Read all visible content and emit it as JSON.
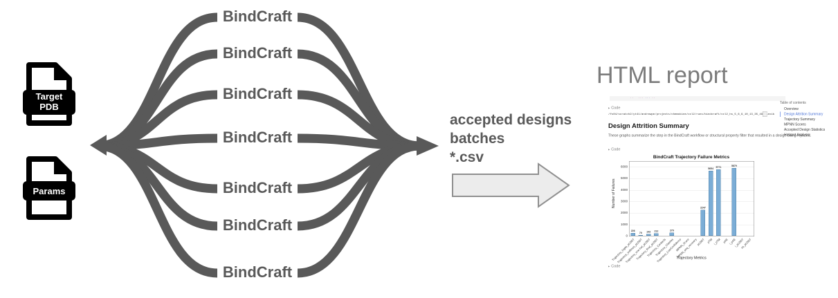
{
  "diagram": {
    "files": [
      {
        "name": "target-pdb-file",
        "label_lines": [
          "Target",
          "PDB"
        ]
      },
      {
        "name": "params-file",
        "label_lines": [
          "Params"
        ]
      }
    ],
    "node_label": "BindCraft",
    "node_count": 7,
    "output_label_lines": [
      "accepted designs",
      "batches",
      "*.csv"
    ],
    "flow_color": "#595959",
    "arrow_fill": "#ececec",
    "arrow_stroke": "#8f8f8f"
  },
  "report": {
    "title": "HTML report",
    "code_toggle_label": "Code",
    "code_path": "/fs04/scratch2/yt41/andrewpe/projects/chemokine/ccl2/runs/bindcraft/ccl2_hs_5_6_9_10_13_35_49-flexib",
    "section_heading": "Design Attrition Summary",
    "section_description": "These graphs summarize the step in the BindCraft workflow or structural property filter that resulted in a design being rejected.",
    "toc": {
      "title": "Table of contents",
      "items": [
        "Overview",
        "Design Attrition Summary",
        "Trajectory Summary",
        "MPNN Scores",
        "Accepted Design Statistics",
        "Hotspot Analysis"
      ],
      "active_item": "Design Attrition Summary",
      "active_color": "#4a72d6"
    }
  },
  "chart_data": {
    "type": "bar",
    "title": "BindCraft Trajectory Failure Metrics",
    "xlabel": "Trajectory Metrics",
    "ylabel": "Number of Failures",
    "ylim": [
      0,
      6480
    ],
    "yticks": [
      0,
      1000,
      2000,
      3000,
      4000,
      5000,
      6000
    ],
    "grid": true,
    "legend": false,
    "bar_color": "#7badd6",
    "bar_edge_color": "#4f81a8",
    "categories": [
      "Trajectory_logits_pLDDT",
      "Trajectory_softmax_pLDDT",
      "Trajectory_one-hot_pLDDT",
      "Trajectory_final_pLDDT",
      "Trajectory_Contacts",
      "Trajectory_Clashes",
      "Trajectory_LowConfidence",
      "MPNN_Score",
      "MPNN_seq_recovery",
      "pLDDT",
      "pTM",
      "i_pTM",
      "pAE",
      "i_pAE",
      "i_pLDDT",
      "ss_pLDDT"
    ],
    "values": [
      226,
      70,
      143,
      212,
      0,
      279,
      0,
      0,
      0,
      2247,
      5654,
      5771,
      0,
      5879,
      0,
      0
    ],
    "value_labels_shown": true
  }
}
